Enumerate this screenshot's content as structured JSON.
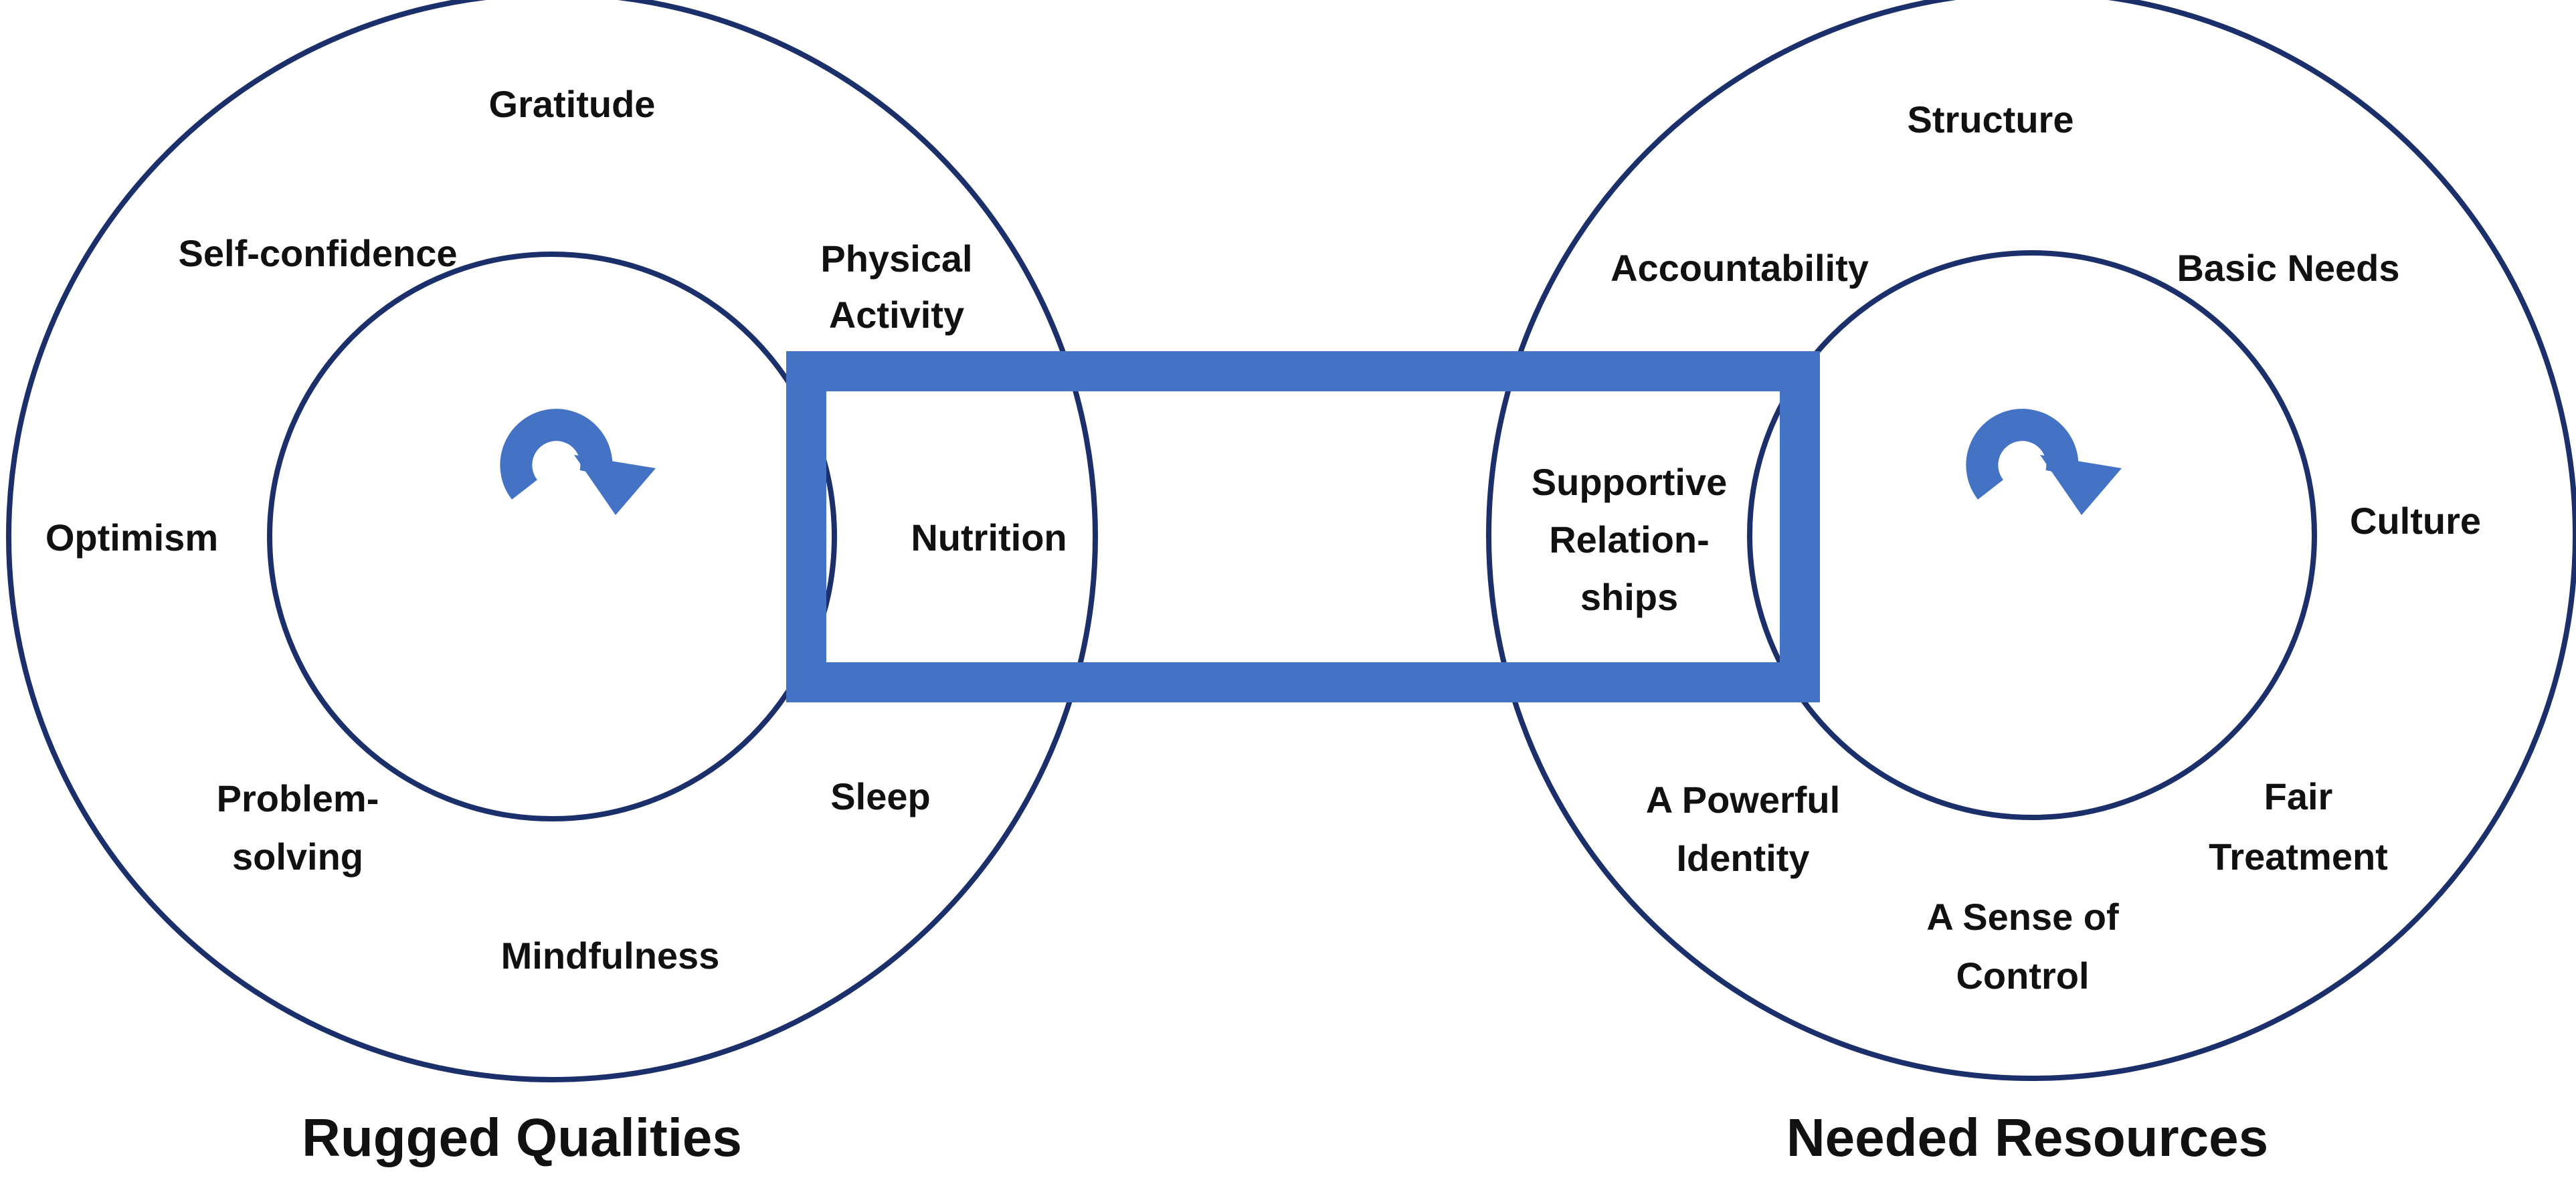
{
  "colors": {
    "circle_stroke": "#1b2f6b",
    "bridge": "#4472c4",
    "cycle_arrow": "#4472c4",
    "text": "#111111"
  },
  "icons": {
    "left_cycle": "clockwise-circular-arrow-icon",
    "right_cycle": "clockwise-circular-arrow-icon"
  },
  "left": {
    "caption": "Rugged Qualities",
    "labels": {
      "gratitude": "Gratitude",
      "self_confidence": "Self-confidence",
      "physical_activity_1": "Physical",
      "physical_activity_2": "Activity",
      "optimism": "Optimism",
      "nutrition": "Nutrition",
      "problem_solving_1": "Problem-",
      "problem_solving_2": "solving",
      "sleep": "Sleep",
      "mindfulness": "Mindfulness"
    }
  },
  "right": {
    "caption": "Needed Resources",
    "labels": {
      "structure": "Structure",
      "accountability": "Accountability",
      "basic_needs": "Basic Needs",
      "supportive_1": "Supportive",
      "supportive_2": "Relation-",
      "supportive_3": "ships",
      "culture": "Culture",
      "powerful_identity_1": "A Powerful",
      "powerful_identity_2": "Identity",
      "fair_treatment_1": "Fair",
      "fair_treatment_2": "Treatment",
      "sense_of_control_1": "A Sense of",
      "sense_of_control_2": "Control"
    }
  }
}
